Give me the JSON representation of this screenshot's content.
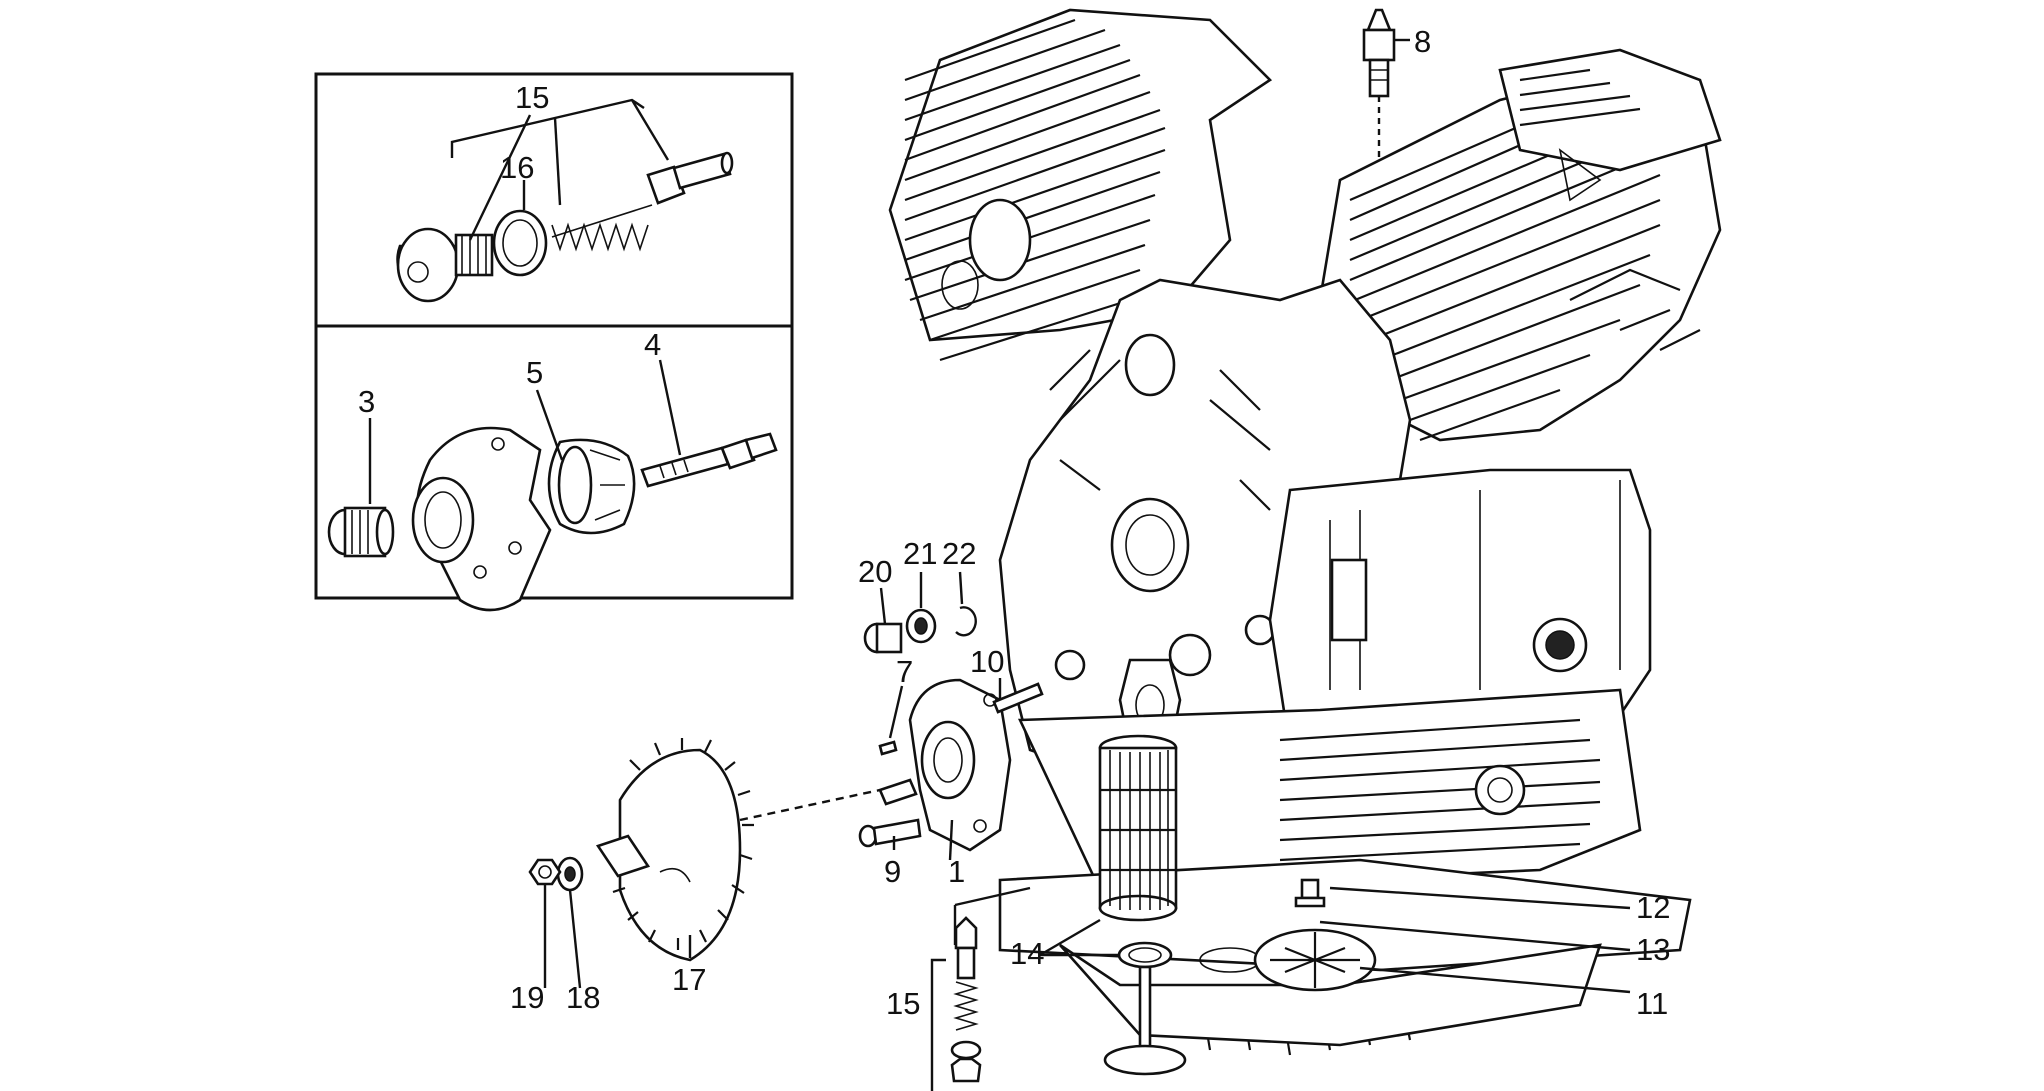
{
  "diagram": {
    "callouts": {
      "c1": "1",
      "c3": "3",
      "c4": "4",
      "c5": "5",
      "c7": "7",
      "c8": "8",
      "c9": "9",
      "c10": "10",
      "c11": "11",
      "c12": "12",
      "c13": "13",
      "c14": "14",
      "c15_inset": "15",
      "c15_bottom": "15",
      "c16": "16",
      "c17": "17",
      "c18": "18",
      "c19": "19",
      "c20": "20",
      "c21": "21",
      "c22": "22"
    }
  }
}
